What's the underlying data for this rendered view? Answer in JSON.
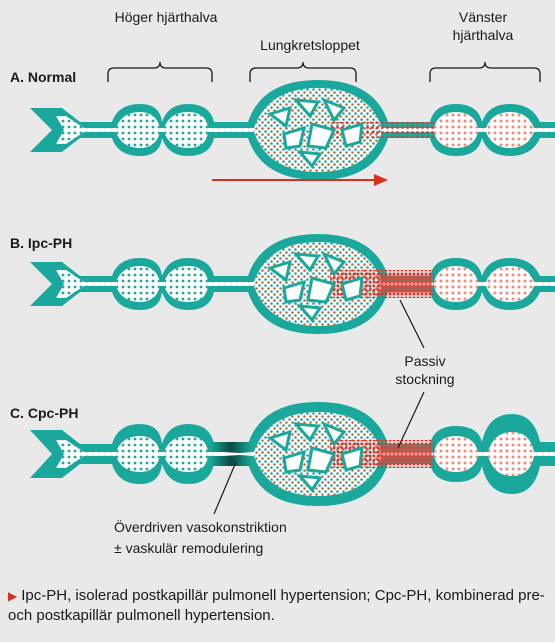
{
  "labels": {
    "right_heart": "Höger hjärthalva",
    "pulmonary": "Lungkretsloppet",
    "left_heart": "Vänster hjärthalva"
  },
  "rows": [
    {
      "label": "A. Normal"
    },
    {
      "label": "B. Ipc-PH"
    },
    {
      "label": "C. Cpc-PH"
    }
  ],
  "annotations": {
    "passive_congestion": "Passiv stockning",
    "vasoconstriction_line1": "Överdriven vasokonstriktion",
    "vasoconstriction_line2": "± vaskulär remodulering"
  },
  "caption": "Ipc-PH, isolerad postkapillär pulmonell hypertension; Cpc-PH, kombinerad pre- och postkapillär pulmonell hypertension.",
  "colors": {
    "background": "#e9e9ea",
    "vessel": "#1aa89c",
    "vessel_dark": "#0c5a50",
    "lumen": "#ffffff",
    "deoxygenated_dot": "#1aa89c",
    "oxygenated_dot": "#e0362b",
    "arrow": "#d6301f"
  },
  "icons": {
    "caption_bullet": "triangle-right-icon"
  }
}
